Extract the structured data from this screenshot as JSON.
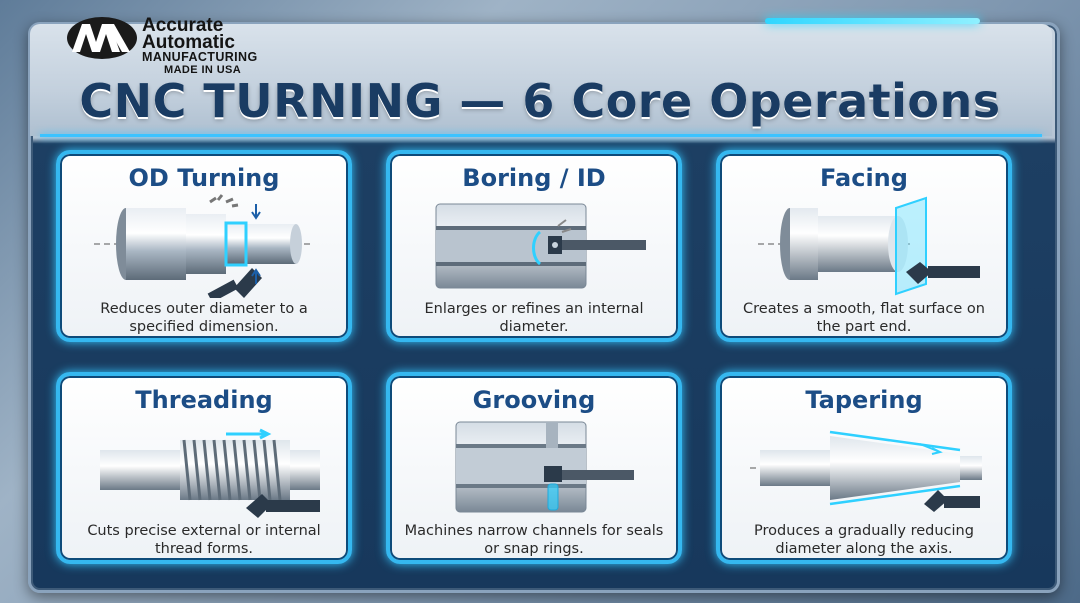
{
  "brand": {
    "line1": "Accurate",
    "line2": "Automatic",
    "line3": "MANUFACTURING",
    "line4": "MADE IN USA",
    "icon": "am-monogram-logo"
  },
  "title": "CNC TURNING — 6 Core Operations",
  "colors": {
    "accent": "#35b8f0",
    "title": "#1a3c63",
    "card_title": "#1c4d86"
  },
  "cards": [
    {
      "title": "OD Turning",
      "desc": "Reduces outer diameter to a specified dimension.",
      "icon": "od-turning-illustration"
    },
    {
      "title": "Boring / ID",
      "desc": "Enlarges or refines an internal diameter.",
      "icon": "boring-illustration"
    },
    {
      "title": "Facing",
      "desc": "Creates a smooth, flat surface on the part end.",
      "icon": "facing-illustration"
    },
    {
      "title": "Threading",
      "desc": "Cuts precise external or internal thread forms.",
      "icon": "threading-illustration"
    },
    {
      "title": "Grooving",
      "desc": "Machines narrow channels for seals or snap rings.",
      "icon": "grooving-illustration"
    },
    {
      "title": "Tapering",
      "desc": "Produces a gradually reducing diameter along the axis.",
      "icon": "tapering-illustration"
    }
  ]
}
